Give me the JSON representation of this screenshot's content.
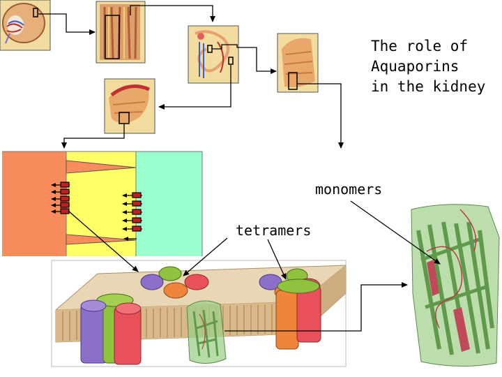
{
  "title": "The role of\nAquaporins\nin the kidney",
  "labels": {
    "monomers": "monomers",
    "tetramers": "tetramers"
  },
  "colors": {
    "thumb_bg": "#f2dca0",
    "interstitium": "#f98c5c",
    "cell": "#ffff66",
    "lumen": "#99ffcc",
    "membrane_top": "#e9d6b4",
    "aqp_red": "#e8505a",
    "aqp_purple": "#8c6fc9",
    "aqp_green": "#8fc23e",
    "aqp_orange": "#f0843a",
    "aqp_monomer": "#9fd08a"
  }
}
